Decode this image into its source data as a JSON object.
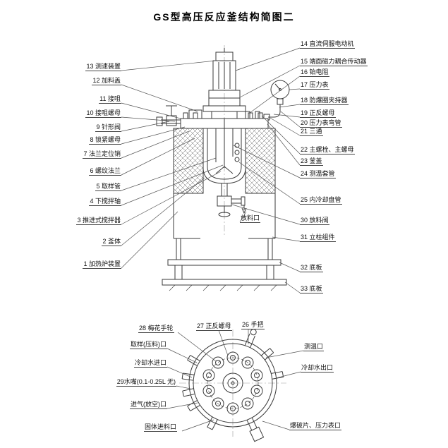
{
  "title": "GS型高压反应釜结构简图二",
  "colors": {
    "line": "#3a3a3a",
    "leader": "#555555",
    "text": "#111111"
  },
  "main_view": {
    "left_labels": [
      "13 测速装置",
      "12 加料盖",
      "11 接咀",
      "10 接咀螺母",
      "9 针形阀",
      "8 锁紧螺母",
      "7 法兰定位销",
      "6 螺纹法兰",
      "5 取样管",
      "4 下搅拌轴",
      "3 推进式搅拌器",
      "2 釜体",
      "1 加热炉装置"
    ],
    "right_labels": [
      "14 直流伺服电动机",
      "15 端面磁力耦合传动器",
      "16 铂电阻",
      "17 压力表",
      "18 防爆圈夹持器",
      "19 正反螺母",
      "20 压力表弯管",
      "21 三通",
      "22 主螺栓、主螺母",
      "23 釜盖",
      "24 测温套管",
      "25 内冷却盘管",
      "30 放料阀",
      "31 立柱组件",
      "32 底板",
      "33 底板"
    ],
    "port_label": "放料口"
  },
  "bottom_view": {
    "labels": {
      "handwheel": "28 梅花手轮",
      "nut": "27 正反螺母",
      "handle": "26 手把",
      "sampling": "取样(压料)口",
      "cooling_in": "冷却水进口",
      "nozzle": "29水嘴(0.1-0.25L 无)",
      "gas_in": "进气(放空)口",
      "solid_feed": "固体进料口",
      "temp_port": "测温口",
      "cooling_out": "冷却水出口",
      "rupture": "爆破片、压力表口"
    }
  }
}
